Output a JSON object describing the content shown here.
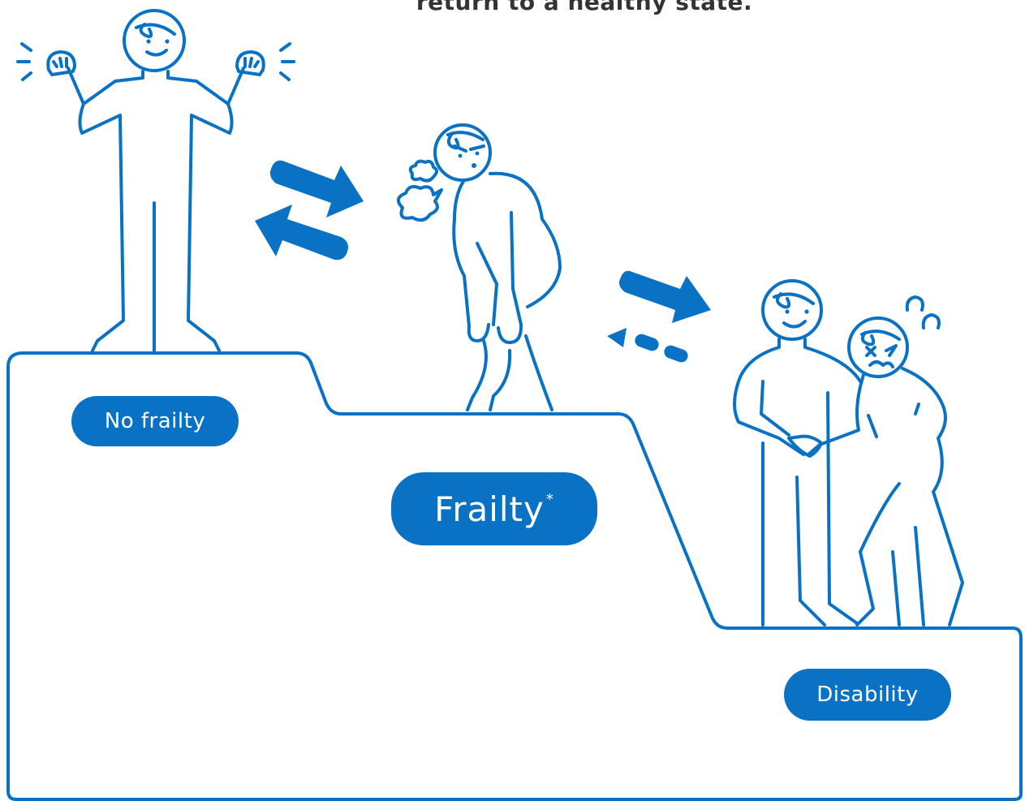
{
  "caption": "return to a healthy state.",
  "stages": [
    {
      "id": "no-frailty",
      "label": "No frailty"
    },
    {
      "id": "frailty",
      "label": "Frailty",
      "marker": "*"
    },
    {
      "id": "disability",
      "label": "Disability"
    }
  ],
  "colors": {
    "primary": "#0a72c4",
    "label_text": "#ffffff",
    "caption_text": "#333333",
    "background": "#ffffff"
  },
  "icons": [
    "healthy-person-icon",
    "frail-person-icon",
    "caregiver-person-icon",
    "disabled-person-icon",
    "bidirectional-arrows-icon",
    "forward-arrow-icon",
    "dashed-return-arrow-icon",
    "breath-puff-icon",
    "sweat-drops-icon",
    "energy-lines-icon"
  ]
}
